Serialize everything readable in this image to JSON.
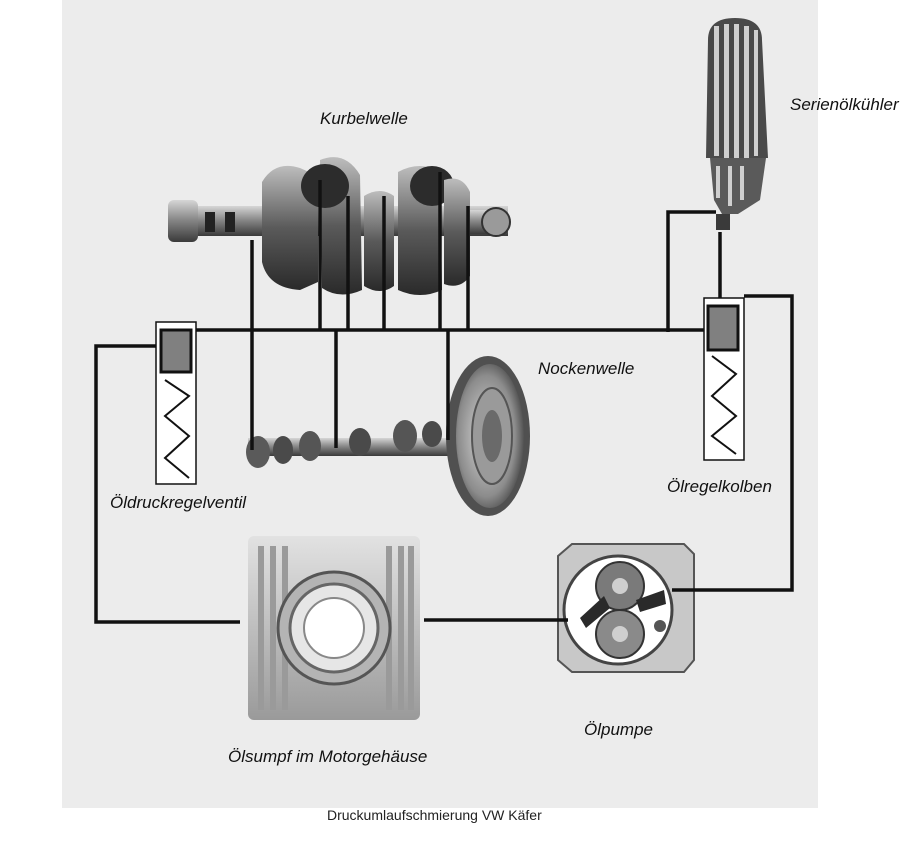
{
  "diagram": {
    "caption": "Druckumlaufschmierung VW Käfer",
    "labels": {
      "crankshaft": "Kurbelwelle",
      "oil_cooler": "Serienölkühler",
      "camshaft": "Nockenwelle",
      "pressure_relief_valve": "Öldruckregelventil",
      "control_piston": "Ölregelkolben",
      "oil_sump": "Ölsumpf im Motorgehäuse",
      "oil_pump": "Ölpumpe"
    }
  },
  "colors": {
    "line": "#111111",
    "valve_plunger": "#808080",
    "metal_dark": "#2a2a2a",
    "metal_mid": "#6e6e6e",
    "metal_light": "#c8c8c8"
  }
}
